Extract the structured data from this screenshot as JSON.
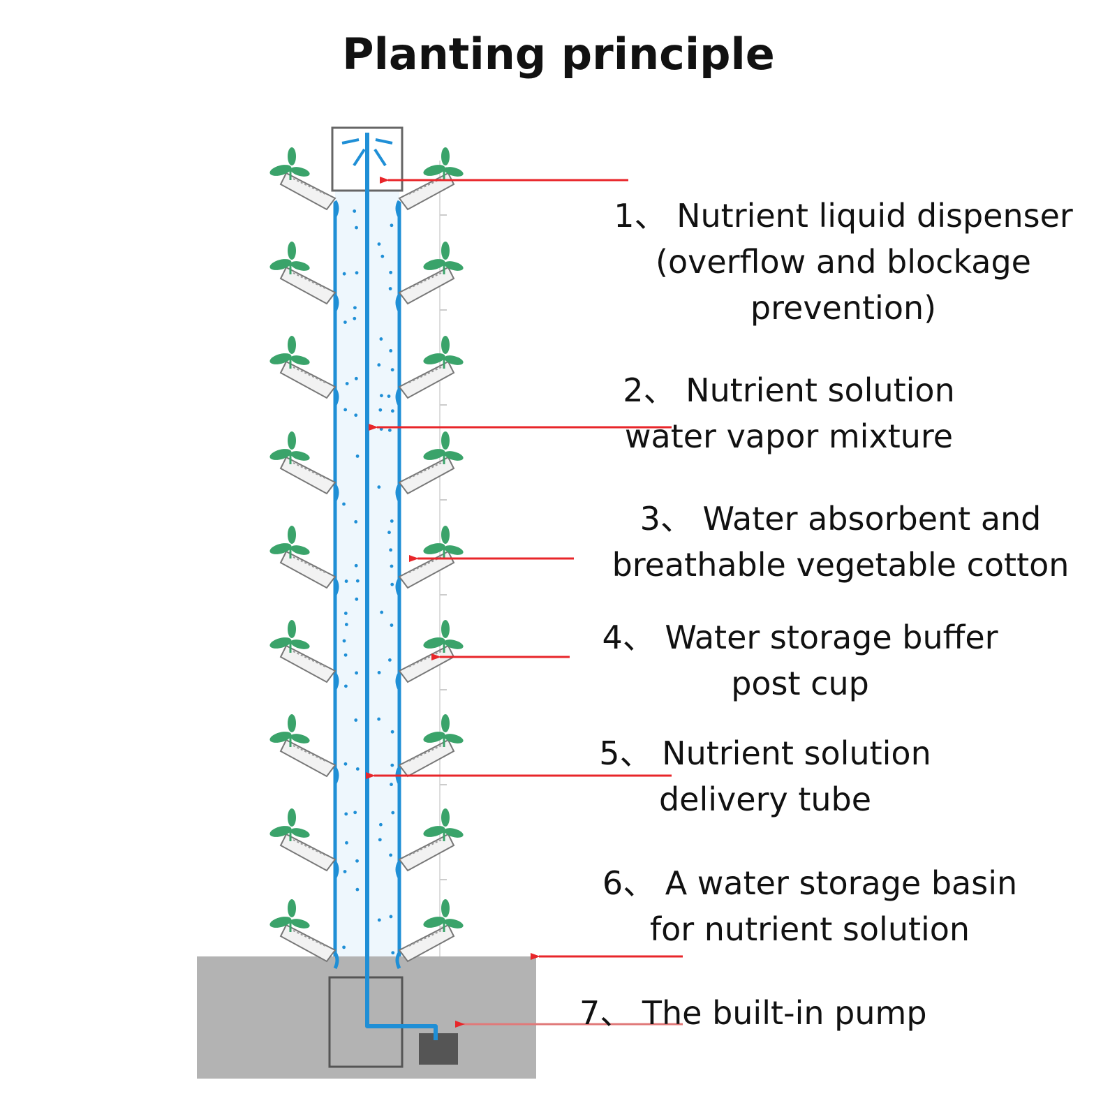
{
  "title": "Planting principle",
  "colors": {
    "tube_blue": "#1f8fd6",
    "arrow_red": "#e8262a",
    "leaf_green": "#3aa36a",
    "basin_gray": "#b3b3b3",
    "pump_dark": "#555555"
  },
  "labels": [
    {
      "lines": [
        "1、 Nutrient liquid dispenser",
        "(overflow and blockage",
        "prevention)"
      ]
    },
    {
      "lines": [
        "2、 Nutrient solution",
        "water vapor mixture"
      ]
    },
    {
      "lines": [
        "3、 Water absorbent and",
        "breathable vegetable cotton"
      ]
    },
    {
      "lines": [
        "4、 Water storage buffer",
        "post cup"
      ]
    },
    {
      "lines": [
        "5、 Nutrient solution",
        "delivery tube"
      ]
    },
    {
      "lines": [
        "6、 A water storage basin",
        "for nutrient solution"
      ]
    },
    {
      "lines": [
        "7、 The built-in pump"
      ]
    }
  ]
}
